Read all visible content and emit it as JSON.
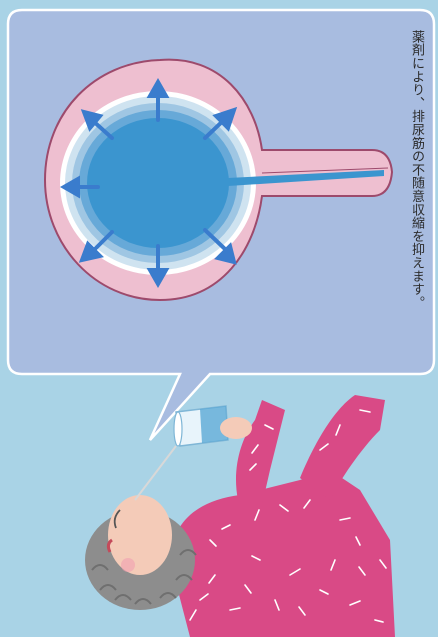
{
  "caption": "薬剤により、排尿筋の不随意収縮を抑えます。",
  "colors": {
    "background": "#a9d3e6",
    "panel": "#a8bce0",
    "bladder_wall": "#eebfd0",
    "bladder_lumen": "#3b95cf",
    "arrow": "#3a7ccd",
    "clothing": "#d94a86",
    "hair": "#8d8d8d"
  },
  "icons": [
    "bladder-illustration",
    "pressure-arrow-icon",
    "water-glass-icon",
    "woman-drinking-illustration"
  ]
}
